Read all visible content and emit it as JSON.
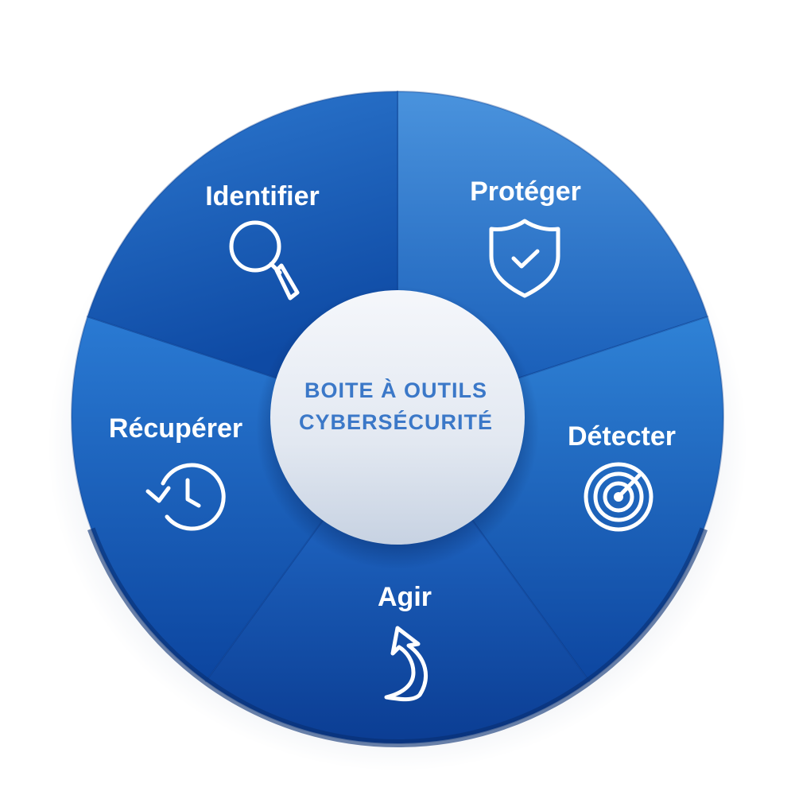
{
  "center": {
    "line1": "Boite à outils",
    "line2": "Cybersécurité",
    "text_color": "#3b78c8"
  },
  "segments": [
    {
      "label": "Identifier",
      "icon": "magnifier-icon"
    },
    {
      "label": "Protéger",
      "icon": "shield-check-icon"
    },
    {
      "label": "Détecter",
      "icon": "radar-icon"
    },
    {
      "label": "Agir",
      "icon": "curved-arrow-icon"
    },
    {
      "label": "Récupérer",
      "icon": "history-clock-icon"
    }
  ],
  "colors": {
    "wheel_dark": "#0b3f95",
    "wheel_mid": "#1a5db7",
    "wheel_light": "#3f8fdb",
    "hub": "#e3e9f2"
  }
}
